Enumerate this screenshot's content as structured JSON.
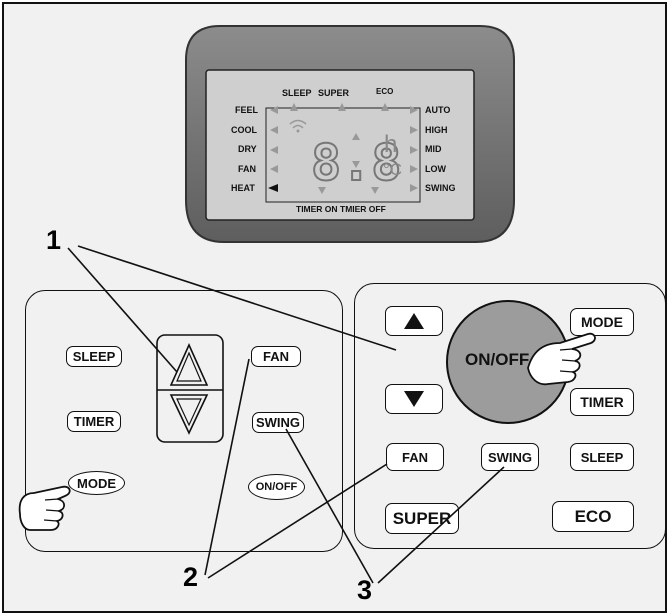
{
  "display": {
    "top_labels": [
      "SLEEP",
      "SUPER",
      "ECO"
    ],
    "left_labels": [
      "FEEL",
      "COOL",
      "DRY",
      "FAN",
      "HEAT"
    ],
    "right_labels": [
      "AUTO",
      "HIGH",
      "MID",
      "LOW",
      "SWING"
    ],
    "bottom_labels": [
      "TIMER ON",
      "TMIER OFF"
    ],
    "digits": "8.8",
    "unit_hour": "h",
    "unit_celsius": "°C"
  },
  "callouts": {
    "one": "1",
    "two": "2",
    "three": "3"
  },
  "left_remote": {
    "sleep": "SLEEP",
    "timer": "TIMER",
    "mode": "MODE",
    "fan": "FAN",
    "swing": "SWING",
    "onoff": "ON/OFF"
  },
  "right_remote": {
    "power": "ON/OFF",
    "mode": "MODE",
    "timer": "TIMER",
    "fan": "FAN",
    "swing": "SWING",
    "sleep": "SLEEP",
    "super": "SUPER",
    "eco": "ECO"
  },
  "icons": [
    "up-arrow-icon",
    "down-arrow-icon",
    "pointing-hand-icon",
    "wifi-icon"
  ]
}
